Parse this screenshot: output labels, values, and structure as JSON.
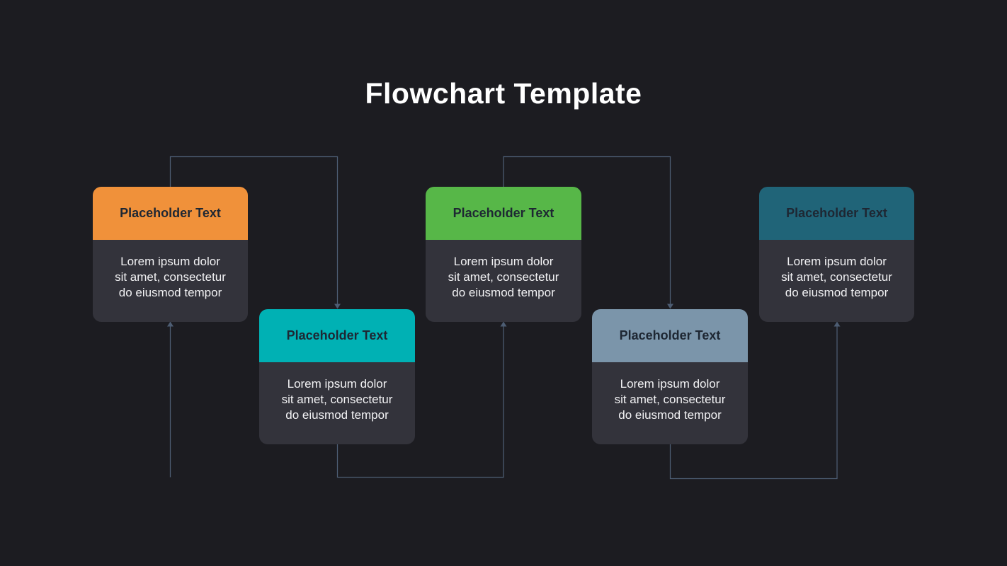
{
  "slide": {
    "title": "Flowchart Template",
    "background_color": "#1C1C21"
  },
  "colors": {
    "title_text": "#FFFFFF",
    "card_body": "#33333B",
    "header_text": "#1E2733",
    "body_text": "#F2F2F4",
    "connector": "#4D5D73"
  },
  "cards": [
    {
      "label": "Placeholder Text",
      "body": "Lorem ipsum dolor\nsit amet, consectetur\ndo eiusmod tempor",
      "header_color": "#F0913A",
      "header_color_name": "orange",
      "row": "top"
    },
    {
      "label": "Placeholder Text",
      "body": "Lorem ipsum dolor\nsit amet, consectetur\ndo eiusmod tempor",
      "header_color": "#00B1B4",
      "header_color_name": "cyan",
      "row": "bottom"
    },
    {
      "label": "Placeholder Text",
      "body": "Lorem ipsum dolor\nsit amet, consectetur\ndo eiusmod tempor",
      "header_color": "#57B748",
      "header_color_name": "green",
      "row": "top"
    },
    {
      "label": "Placeholder Text",
      "body": "Lorem ipsum dolor\nsit amet, consectetur\ndo eiusmod tempor",
      "header_color": "#7B95AA",
      "header_color_name": "slate-blue",
      "row": "bottom"
    },
    {
      "label": "Placeholder Text",
      "body": "Lorem ipsum dolor\nsit amet, consectetur\ndo eiusmod tempor",
      "header_color": "#206478",
      "header_color_name": "dark-teal",
      "row": "top"
    }
  ],
  "connectors": [
    {
      "from": "below-slide",
      "to": "card-1",
      "arrow_enters": "card-1-bottom",
      "direction": "up"
    },
    {
      "from": "card-1-top",
      "to": "card-2-top",
      "route": "over-the-top",
      "direction": "down"
    },
    {
      "from": "card-2-bottom",
      "to": "card-3-bottom",
      "route": "under-the-bottom",
      "direction": "up"
    },
    {
      "from": "card-3-top",
      "to": "card-4-top",
      "route": "over-the-top",
      "direction": "down"
    },
    {
      "from": "card-4-bottom",
      "to": "card-5-bottom",
      "route": "under-the-bottom",
      "direction": "up"
    }
  ]
}
